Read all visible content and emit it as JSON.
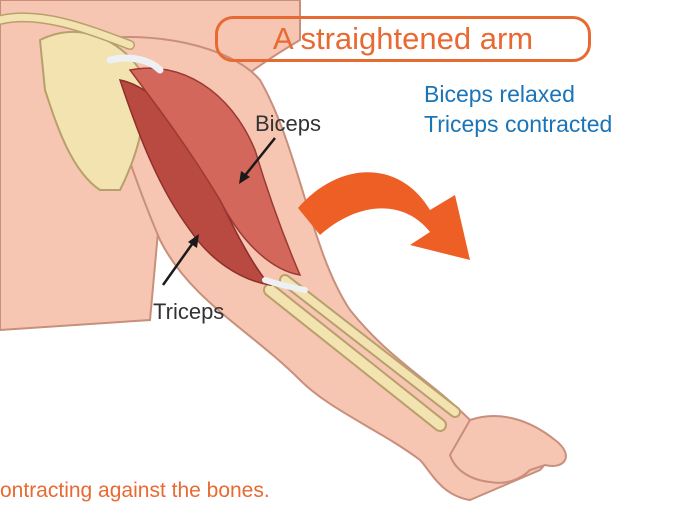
{
  "title": "A straightened arm",
  "status": {
    "biceps": "Biceps relaxed",
    "triceps": "Triceps contracted"
  },
  "labels": {
    "biceps": "Biceps",
    "triceps": "Triceps"
  },
  "caption": "ontracting against the bones.",
  "colors": {
    "accent_orange": "#e86a33",
    "status_blue": "#1a74b8",
    "skin": "#f6c6b2",
    "muscle": "#c8534a",
    "bone": "#f2e3b0",
    "arrow": "#ee5f25"
  },
  "icons": {
    "motion_arrow": "curved-arrow-down-icon"
  }
}
